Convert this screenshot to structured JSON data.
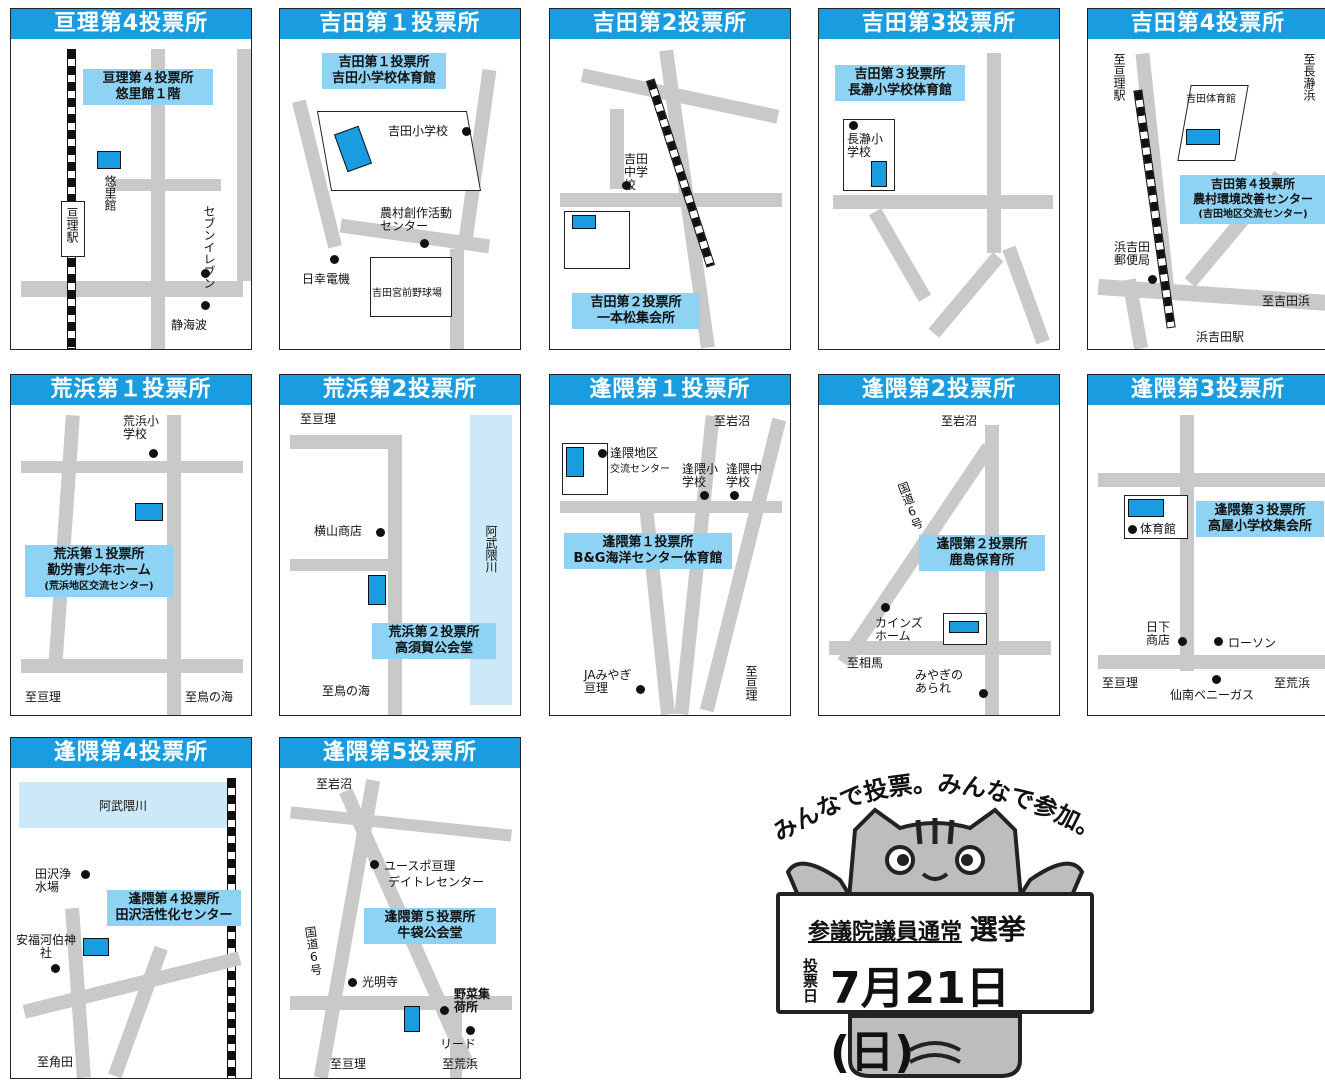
{
  "maps": [
    {
      "title": "亘理第4投票所",
      "callout": [
        "亘理第４投票所",
        "悠里館１階"
      ],
      "labels": {
        "building": "悠里館",
        "station": "亘理駅",
        "sevenEleven": "セブンイレブン",
        "shop": "静海波"
      }
    },
    {
      "title": "吉田第１投票所",
      "callout": [
        "吉田第１投票所",
        "吉田小学校体育館"
      ],
      "labels": {
        "school": "吉田小学校",
        "center": "農村創作活動センター",
        "shop": "日幸電機",
        "park": "吉田宮前野球場"
      }
    },
    {
      "title": "吉田第2投票所",
      "callout": [
        "吉田第２投票所",
        "一本松集会所"
      ],
      "labels": {
        "school": "吉田中学校"
      }
    },
    {
      "title": "吉田第3投票所",
      "callout": [
        "吉田第３投票所",
        "長瀞小学校体育館"
      ],
      "labels": {
        "school": "長瀞小学校"
      }
    },
    {
      "title": "吉田第4投票所",
      "callout": [
        "吉田第４投票所",
        "農村環境改善センター",
        "(吉田地区交流センター)"
      ],
      "labels": {
        "toWatari": "至亘理駅",
        "toNagatoro": "至長瀞浜",
        "gym": "吉田体育館",
        "post": "浜吉田郵便局",
        "toYoshida": "至吉田浜",
        "station": "浜吉田駅"
      }
    },
    {
      "title": "荒浜第１投票所",
      "callout": [
        "荒浜第１投票所",
        "勤労青少年ホーム",
        "(荒浜地区交流センター)"
      ],
      "labels": {
        "school": "荒浜小学校",
        "toWatari": "至亘理",
        "toTorinoumi": "至鳥の海"
      }
    },
    {
      "title": "荒浜第2投票所",
      "callout": [
        "荒浜第２投票所",
        "高須賀公会堂"
      ],
      "labels": {
        "toWatari": "至亘理",
        "shop": "横山商店",
        "river": "阿武隈川",
        "toTorinoumi": "至鳥の海"
      }
    },
    {
      "title": "逢隈第１投票所",
      "callout": [
        "逢隈第１投票所",
        "B&G海洋センター体育館"
      ],
      "labels": {
        "toIwanuma": "至岩沼",
        "center": "逢隈地区",
        "center2": "交流センター",
        "school1": "逢隈小学校",
        "school2": "逢隈中学校",
        "ja": "JAみやぎ亘理",
        "toWatari": "至亘理"
      }
    },
    {
      "title": "逢隈第2投票所",
      "callout": [
        "逢隈第２投票所",
        "鹿島保育所"
      ],
      "labels": {
        "toIwanuma": "至岩沼",
        "route": "国道6号",
        "kainz": "カインズホーム",
        "toSoma": "至相馬",
        "arare": "みやぎのあられ"
      }
    },
    {
      "title": "逢隈第3投票所",
      "callout": [
        "逢隈第３投票所",
        "高屋小学校集会所"
      ],
      "labels": {
        "gym": "体育館",
        "shop": "日下商店",
        "lawson": "ローソン",
        "toWatari": "至亘理",
        "gas": "仙南ベニーガス",
        "toArahama": "至荒浜"
      }
    },
    {
      "title": "逢隈第4投票所",
      "callout": [
        "逢隈第４投票所",
        "田沢活性化センター"
      ],
      "labels": {
        "river": "阿武隈川",
        "water": "田沢浄水場",
        "shrine": "安福河伯神社",
        "toKakuda": "至角田"
      }
    },
    {
      "title": "逢隈第5投票所",
      "callout": [
        "逢隈第５投票所",
        "牛袋公会堂"
      ],
      "labels": {
        "toIwanuma": "至岩沼",
        "yuspo": "ユースポ亘理",
        "yuspo2": "デイトレセンター",
        "route": "国道6号",
        "temple": "光明寺",
        "veg": "野菜集荷所",
        "reed": "リード",
        "toWatari": "至亘理",
        "toArahama": "至荒浜"
      }
    }
  ],
  "mascot": {
    "slogan": "みんなで投票。みんなで参加。",
    "election": "参議院議員通常",
    "election2": "選挙",
    "dayLabel": "投票日",
    "date": "7月21日(日)"
  }
}
